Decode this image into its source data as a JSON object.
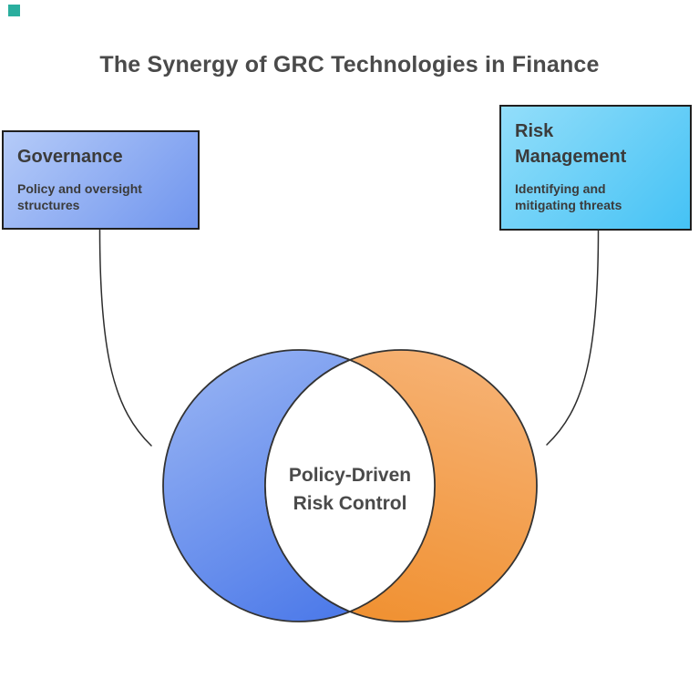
{
  "page": {
    "background": "#ffffff",
    "title": "The Synergy of GRC Technologies in Finance",
    "title_color": "#4a4a4a",
    "corner_mark_color": "#2aae9e"
  },
  "boxes": {
    "governance": {
      "title": "Governance",
      "description": "Policy and oversight structures",
      "gradient_top": "#b5cbf8",
      "gradient_bottom": "#7095ee",
      "border_color": "#1f1f1f",
      "text_color": "#3b3b3b"
    },
    "risk_management": {
      "title": "Risk Management",
      "description": "Identifying and mitigating threats",
      "gradient_top": "#93defa",
      "gradient_bottom": "#45c2f5",
      "border_color": "#1f1f1f",
      "text_color": "#3b3b3b"
    }
  },
  "venn": {
    "governance_circle": {
      "gradient_light": "#9cb7f4",
      "gradient_dark": "#4d7ae9"
    },
    "risk_circle": {
      "gradient_light": "#f6b172",
      "gradient_dark": "#f09030"
    },
    "outline_color": "#333333",
    "overlap": {
      "fill": "#ffffff",
      "label_line1": "Policy-Driven",
      "label_line2": "Risk Control",
      "text_color": "#4a4a4a"
    }
  },
  "connectors": {
    "color": "#2d2d2d"
  }
}
